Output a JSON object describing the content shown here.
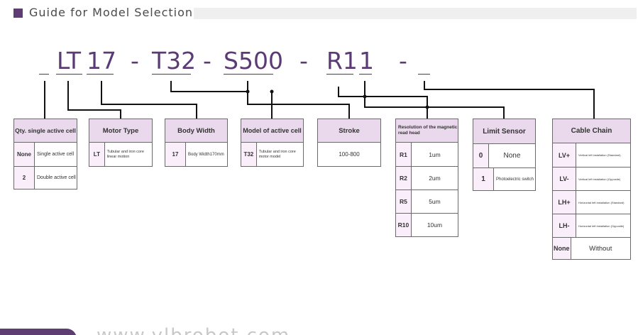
{
  "header": {
    "title": "Guide for Model Selection"
  },
  "code": {
    "lt": "LT",
    "n17": "17",
    "dash1": "-",
    "t32": "T32",
    "dash2": "-",
    "s500": "S500",
    "dash3": "-",
    "r1": "R1",
    "one": "1",
    "dash4": "-"
  },
  "tables": {
    "qty": {
      "title": "Qty. single active cell",
      "rows": [
        {
          "k": "None",
          "v": "Single active cell"
        },
        {
          "k": "2",
          "v": "Double active cell"
        }
      ]
    },
    "motor": {
      "title": "Motor Type",
      "rows": [
        {
          "k": "LT",
          "v": "Tubular and iron core linear motion"
        }
      ]
    },
    "body": {
      "title": "Body Width",
      "rows": [
        {
          "k": "17",
          "v": "Body Width170mm"
        }
      ]
    },
    "model": {
      "title": "Model of active cell",
      "rows": [
        {
          "k": "T32",
          "v": "Tubular and iron core motor model"
        }
      ]
    },
    "stroke": {
      "title": "Stroke",
      "value": "100-800"
    },
    "resolution": {
      "title": "Resolution of the magnetic read head",
      "rows": [
        {
          "k": "R1",
          "v": "1um"
        },
        {
          "k": "R2",
          "v": "2um"
        },
        {
          "k": "R5",
          "v": "5um"
        },
        {
          "k": "R10",
          "v": "10um"
        }
      ]
    },
    "limit": {
      "title": "Limit Sensor",
      "rows": [
        {
          "k": "0",
          "v": "None"
        },
        {
          "k": "1",
          "v": "Photoelectric switch"
        }
      ]
    },
    "cable": {
      "title": "Cable Chain",
      "rows": [
        {
          "k": "LV+",
          "v": "Vertical left installation (Standard)"
        },
        {
          "k": "LV-",
          "v": "Vertical left installation (Opposite)"
        },
        {
          "k": "LH+",
          "v": "Horizontal left installation (Standard)"
        },
        {
          "k": "LH-",
          "v": "Horizontal left installation (Opposite)"
        },
        {
          "k": "None",
          "v": "Without"
        }
      ]
    }
  },
  "footer": {
    "url": "www.ylbrobot.com"
  },
  "colors": {
    "accent": "#5e3e72",
    "header_fill": "#ead8ec",
    "key_fill": "#fbeefb"
  }
}
